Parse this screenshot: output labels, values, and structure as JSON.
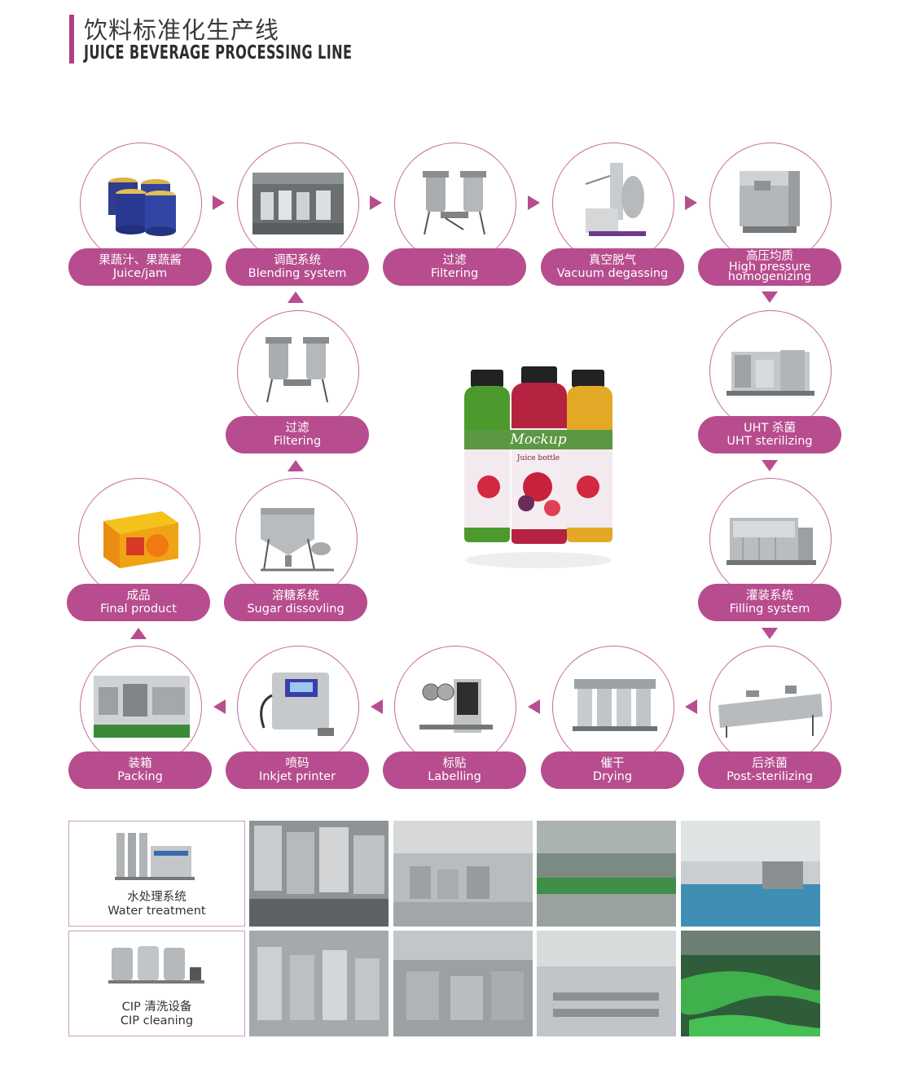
{
  "header": {
    "title_cn": "饮料标准化生产线",
    "title_en": "JUICE BEVERAGE PROCESSING LINE"
  },
  "steps": {
    "juice": {
      "cn": "果蔬汁、果蔬酱",
      "en": "Juice/jam"
    },
    "blending": {
      "cn": "调配系统",
      "en": "Blending system"
    },
    "filtering1": {
      "cn": "过滤",
      "en": "Filtering"
    },
    "vacuum": {
      "cn": "真空脱气",
      "en": "Vacuum degassing"
    },
    "homogenizing": {
      "cn": "高压均质",
      "en1": "High pressure",
      "en2": "homogenizing"
    },
    "filtering2": {
      "cn": "过滤",
      "en": "Filtering"
    },
    "uht": {
      "cn": "UHT 杀菌",
      "en": "UHT sterilizing"
    },
    "final": {
      "cn": "成品",
      "en": "Final product"
    },
    "sugar": {
      "cn": "溶糖系统",
      "en": "Sugar dissovling"
    },
    "filling": {
      "cn": "灌装系统",
      "en": "Filling system"
    },
    "packing": {
      "cn": "装箱",
      "en": "Packing"
    },
    "inkjet": {
      "cn": "喷码",
      "en": "Inkjet printer"
    },
    "labelling": {
      "cn": "标贴",
      "en": "Labelling"
    },
    "drying": {
      "cn": "催干",
      "en": "Drying"
    },
    "post": {
      "cn": "后杀菌",
      "en": "Post-sterilizing"
    }
  },
  "bottles": {
    "brand": "Mockup",
    "sub": "Juice bottle"
  },
  "equipment": {
    "water": {
      "cn": "水处理系统",
      "en": "Water treatment"
    },
    "cip": {
      "cn": "CIP 清洗设备",
      "en": "CIP cleaning"
    }
  },
  "colors": {
    "accent": "#b74d8e",
    "circle_border": "#c86aa0"
  }
}
